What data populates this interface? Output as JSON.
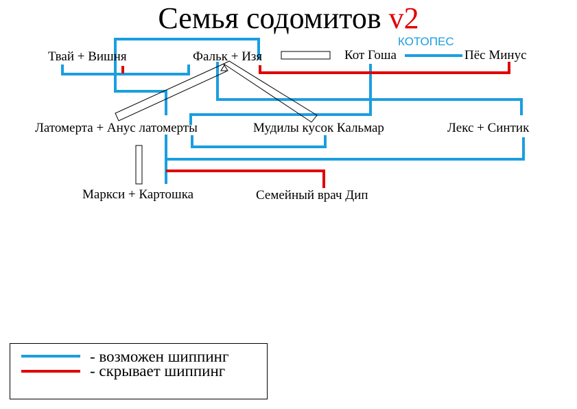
{
  "title": {
    "main": "Семья содомитов",
    "version": "v2"
  },
  "colors": {
    "shipping_possible": "#1a9ee0",
    "shipping_hidden": "#e00000",
    "connector": "#000000"
  },
  "nodes": {
    "tvai_vishnya": "Твай + Вишня",
    "falk_izya": "Фальк + Изя",
    "kot_gosha": "Кот Гоша",
    "pes_minus": "Пёс Минус",
    "latomerta": "Латомерта + Анус латомерты",
    "mudily": "Мудилы кусок Кальмар",
    "leks_sintik": "Лекс + Синтик",
    "marksi_kartoshka": "Маркси + Картошка",
    "vrach_dip": "Семейный врач Дип"
  },
  "ship_label": "КОТОПЕС",
  "legend": {
    "possible": "- возможен шиппинг",
    "hidden": "- скрывает шиппинг"
  }
}
